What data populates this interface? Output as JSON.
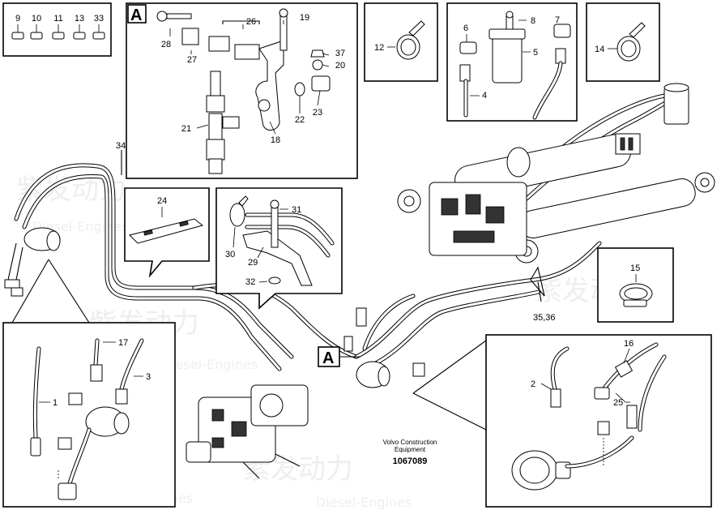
{
  "diagram": {
    "footer": {
      "company": "Volvo Construction",
      "department": "Equipment",
      "doc_number": "1067089"
    },
    "watermark": {
      "brand_cn": "紫发动力",
      "brand_en": "Diesel-Engines"
    },
    "reference_letter": "A",
    "kit_box": {
      "labels": [
        "9",
        "10",
        "11",
        "13",
        "33"
      ]
    },
    "detail_a": {
      "letter": "A",
      "labels": [
        "28",
        "26",
        "19",
        "27",
        "37",
        "20",
        "23",
        "22",
        "18",
        "21"
      ]
    },
    "clamp_12": {
      "label": "12"
    },
    "filter_detail": {
      "labels": [
        "7",
        "8",
        "6",
        "5",
        "4"
      ]
    },
    "clamp_14": {
      "label": "14"
    },
    "bracket_24": {
      "label": "24"
    },
    "clamp_detail": {
      "labels": [
        "31",
        "30",
        "29",
        "32"
      ]
    },
    "clamp_15": {
      "label": "15"
    },
    "hose_label_34": "34",
    "hose_label_3536": "35,36",
    "lower_left_detail": {
      "labels": [
        "17",
        "3",
        "1"
      ]
    },
    "lower_right_detail": {
      "labels": [
        "16",
        "2",
        "25"
      ]
    }
  }
}
